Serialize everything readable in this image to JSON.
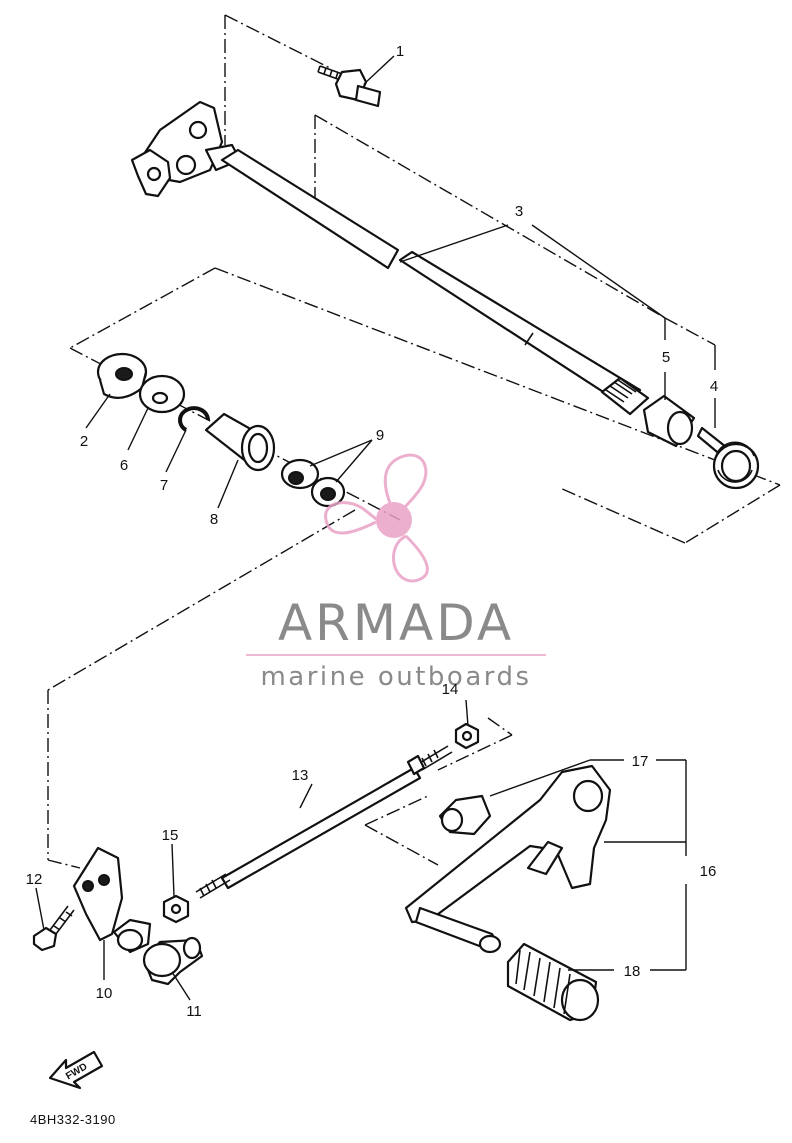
{
  "diagram": {
    "callouts": [
      "1",
      "2",
      "3",
      "4",
      "5",
      "6",
      "7",
      "8",
      "9",
      "10",
      "11",
      "12",
      "13",
      "14",
      "15",
      "16",
      "17",
      "18"
    ],
    "reference_code": "4BH332-3190",
    "fwd_label": "FWD"
  },
  "watermark": {
    "brand": "ARMADA",
    "tagline": "marine outboards",
    "logo_color": "#e9a2c6",
    "logo_hub_color": "#e9a2c6",
    "text_color": "#8a8a8a"
  }
}
